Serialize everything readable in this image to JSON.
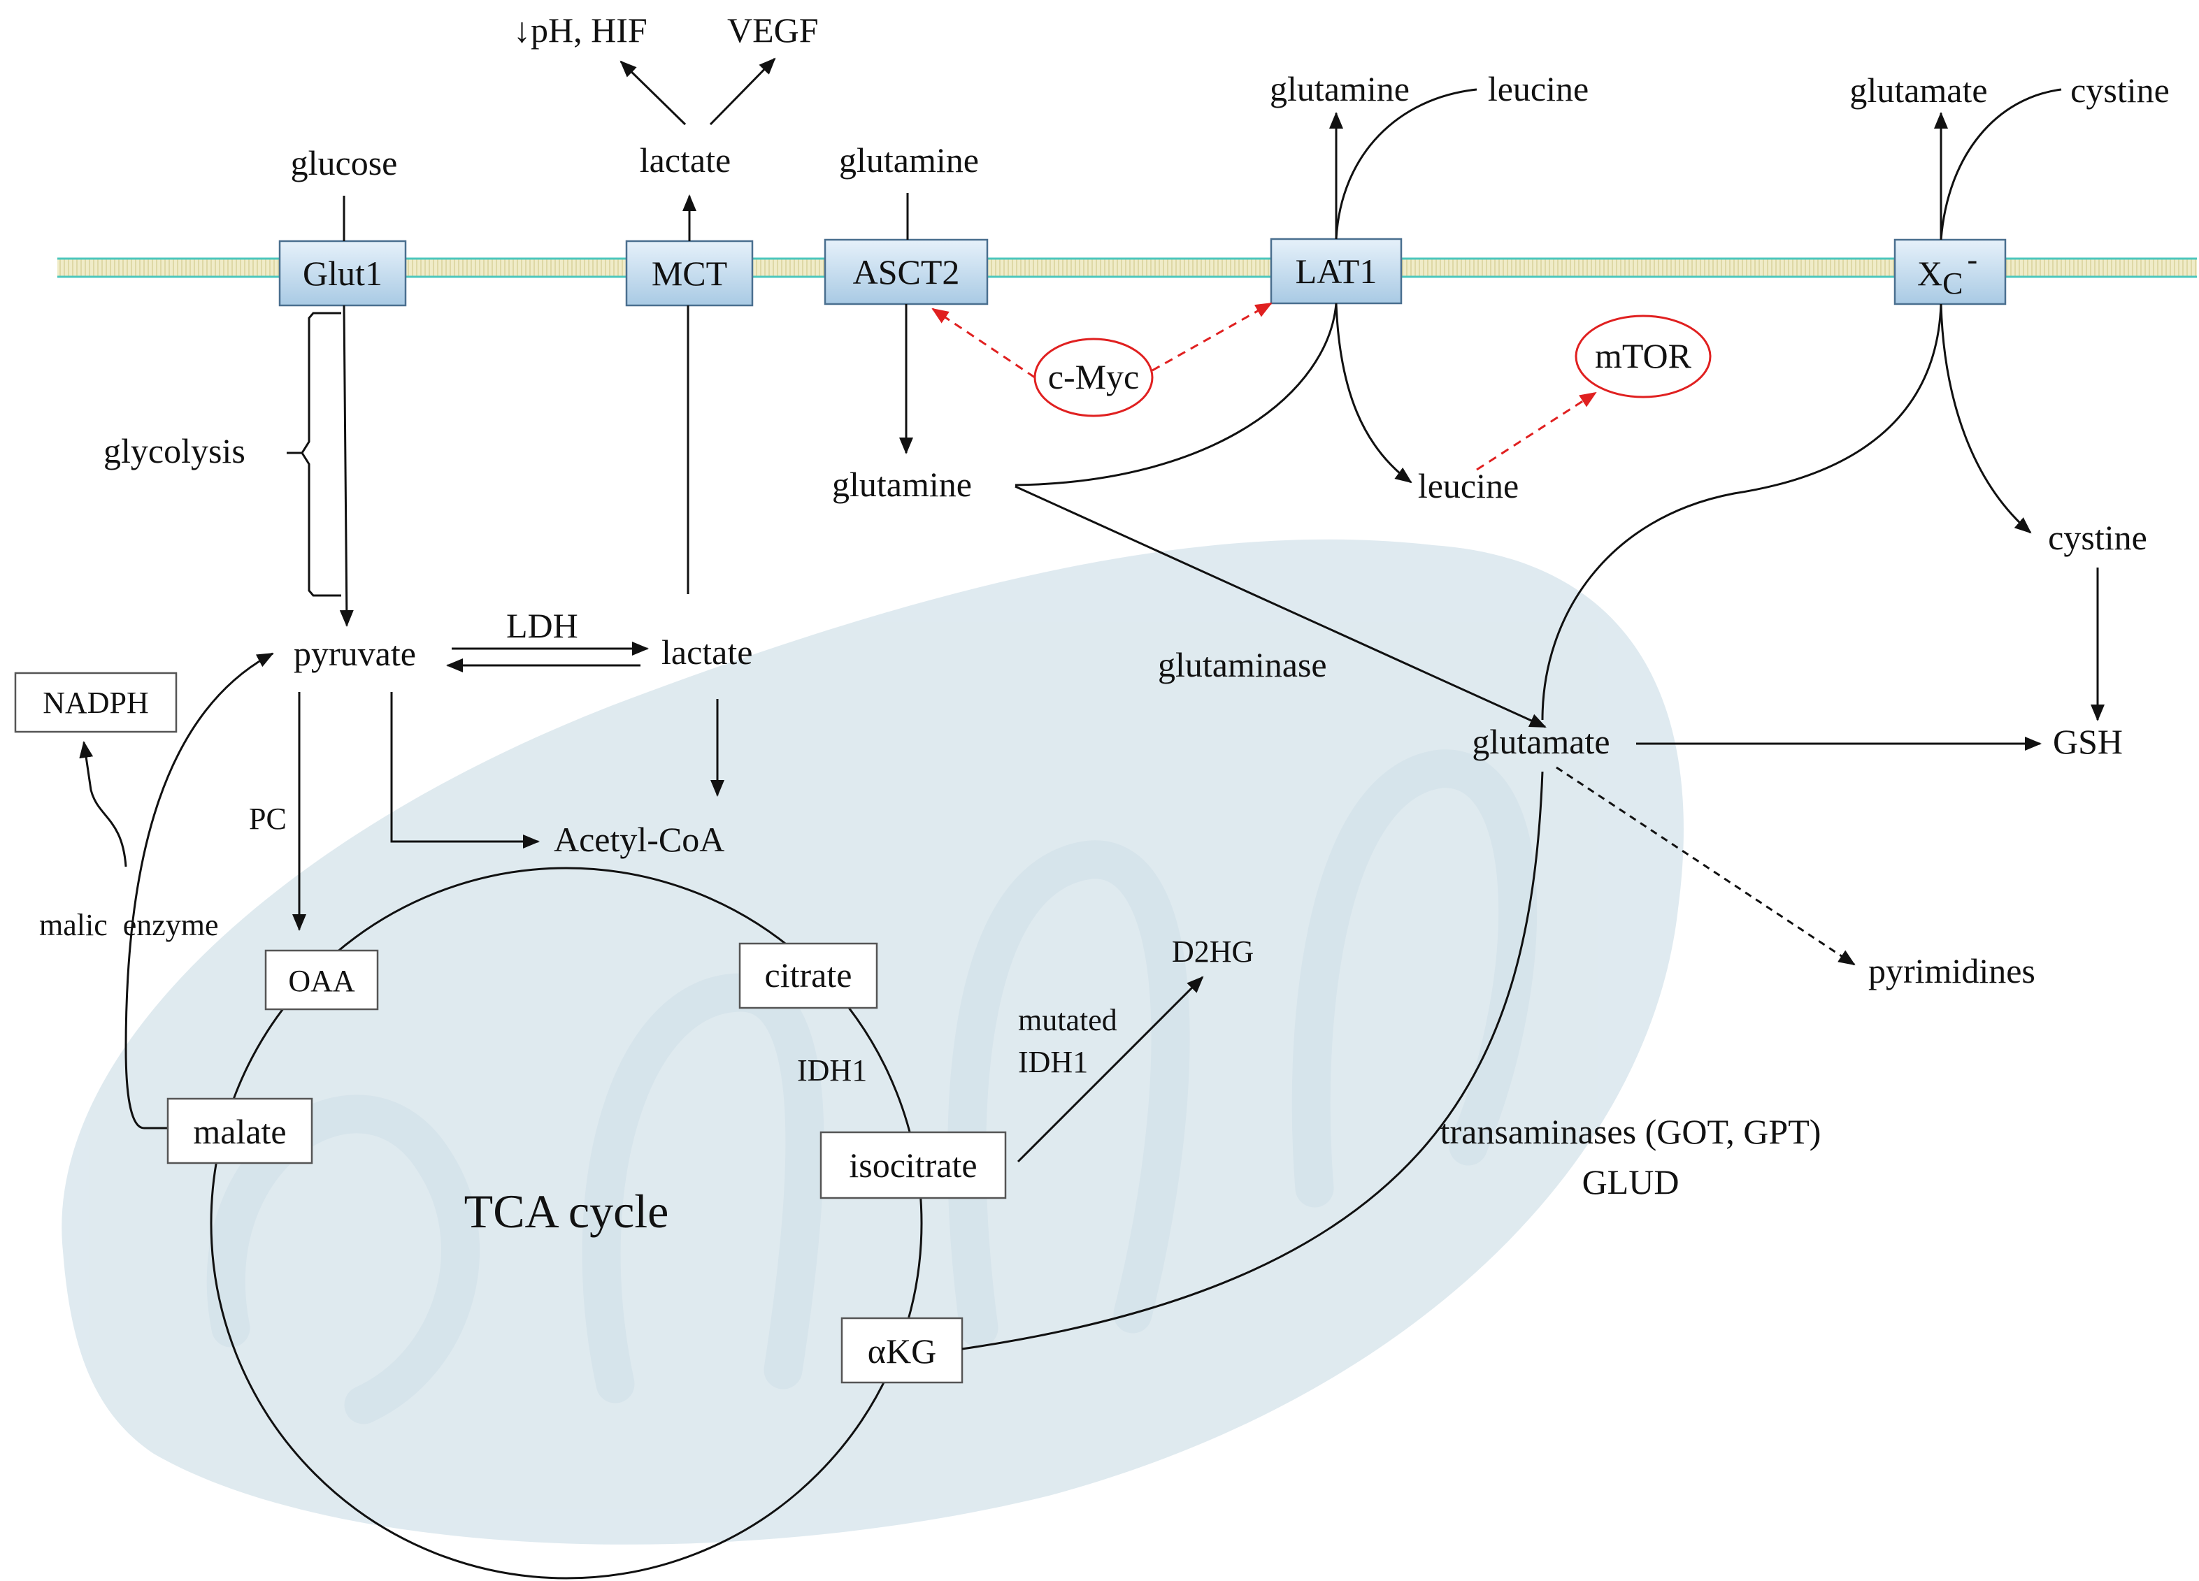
{
  "effects": {
    "ph_hif": "↓pH, HIF",
    "vegf": "VEGF"
  },
  "transporters": {
    "glut1": "Glut1",
    "mct": "MCT",
    "asct2": "ASCT2",
    "lat1": "LAT1",
    "xc_base": "X",
    "xc_sub": "C",
    "xc_sup": "-"
  },
  "extracellular": {
    "glucose": "glucose",
    "lactate": "lactate",
    "glutamine_asct2": "glutamine",
    "glutamine_lat1": "glutamine",
    "leucine": "leucine",
    "glutamate": "glutamate",
    "cystine": "cystine"
  },
  "regulators": {
    "cmyc": "c-Myc",
    "mtor": "mTOR"
  },
  "cytosol": {
    "glycolysis": "glycolysis",
    "pyruvate": "pyruvate",
    "ldh": "LDH",
    "lactate": "lactate",
    "nadph": "NADPH",
    "pc": "PC",
    "malic_enzyme": "malic  enzyme",
    "acetyl_coa": "Acetyl-CoA",
    "glutamine": "glutamine",
    "leucine": "leucine",
    "glutaminase": "glutaminase",
    "glutamate": "glutamate",
    "cystine": "cystine",
    "gsh": "GSH",
    "pyrimidines": "pyrimidines",
    "transaminases": "transaminases (GOT, GPT)",
    "glud": "GLUD"
  },
  "tca": {
    "title": "TCA cycle",
    "oaa": "OAA",
    "citrate": "citrate",
    "idh1": "IDH1",
    "isocitrate": "isocitrate",
    "malate": "malate",
    "akg": "αKG",
    "mutated": "mutated",
    "mutated_idh1": "IDH1",
    "d2hg": "D2HG"
  },
  "colors": {
    "membrane_fill": "#f0ecc8",
    "membrane_line": "#4cc7bd",
    "transporter_top": "#e6f1fa",
    "transporter_bottom": "#a9cae4",
    "regulator_red": "#e02020",
    "mitochondrion": "#c5d9e3"
  }
}
